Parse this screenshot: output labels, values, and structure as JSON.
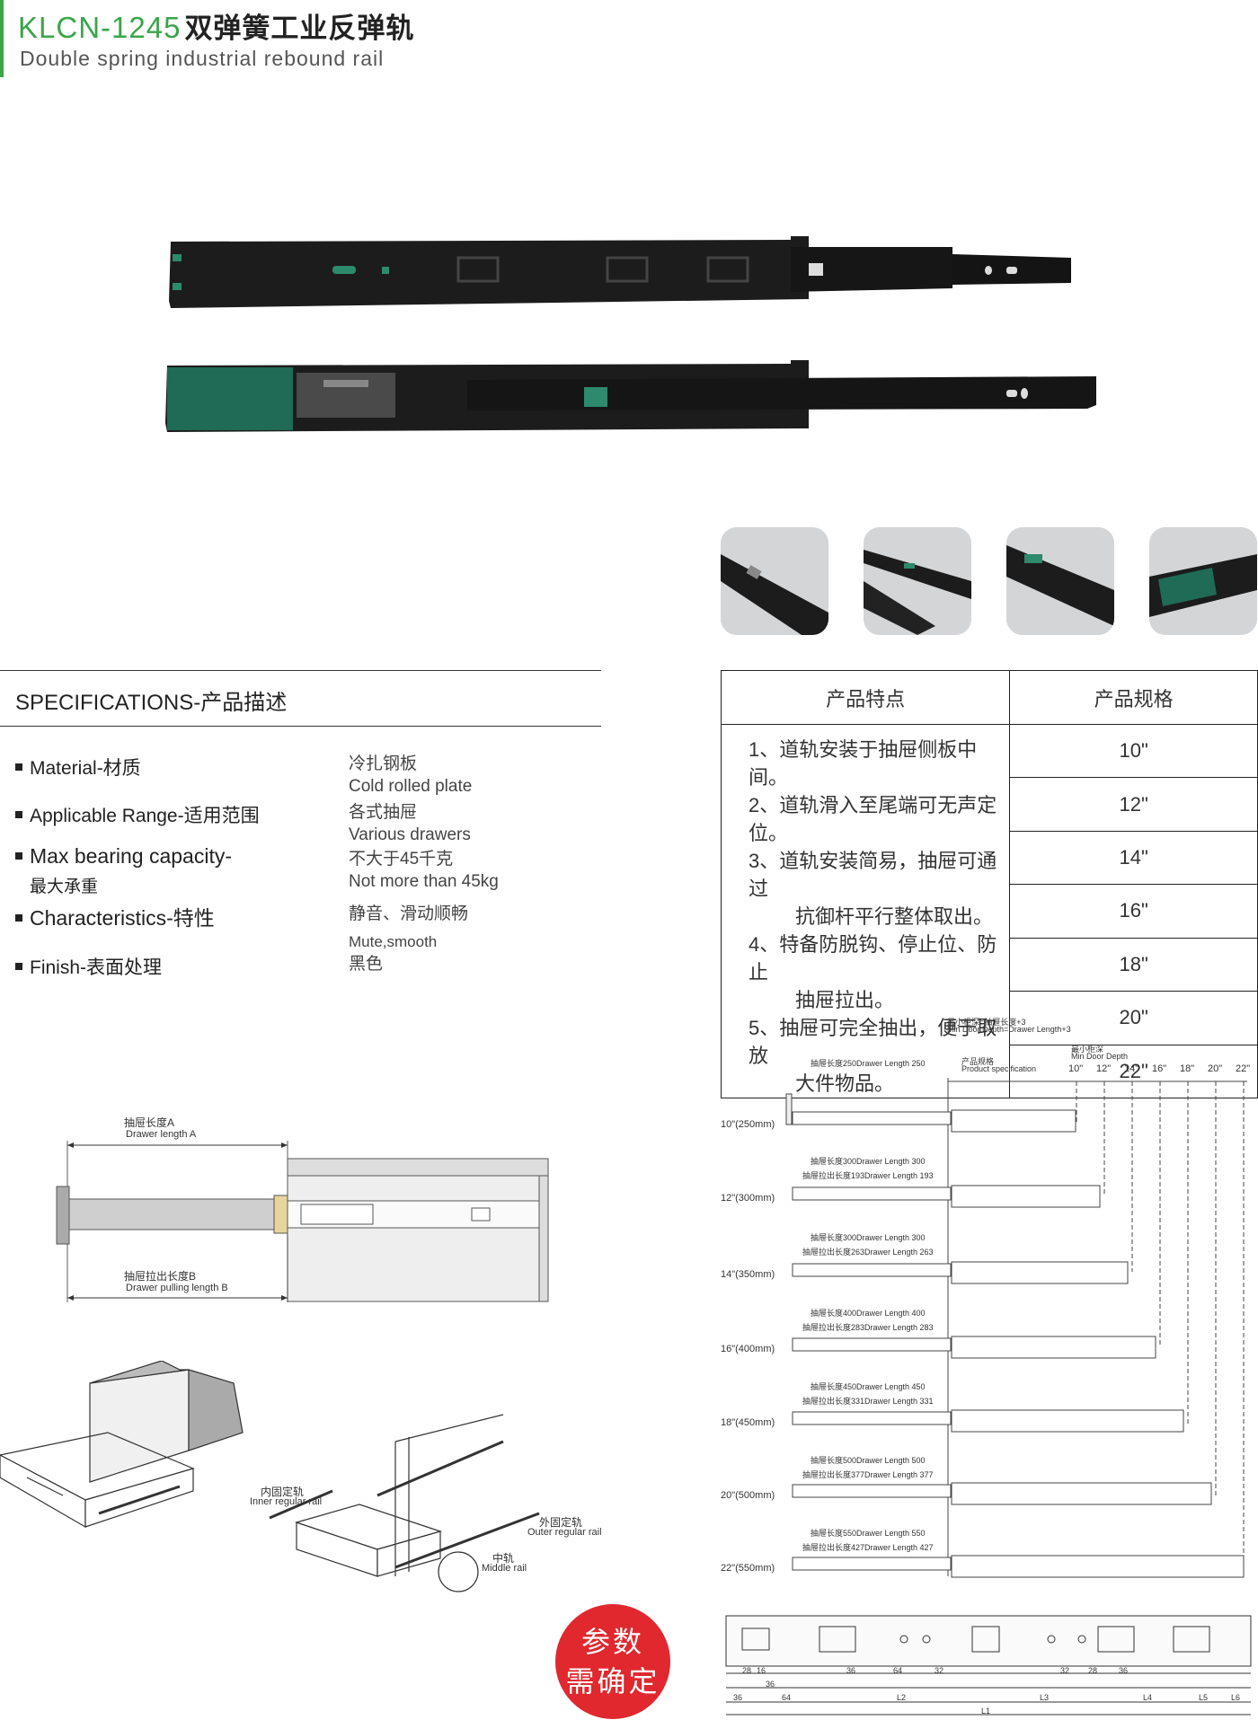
{
  "header": {
    "model": "KLCN-1245",
    "title_cn": "双弹簧工业反弹轨",
    "title_en": "Double spring industrial rebound rail"
  },
  "colors": {
    "brand_green": "#3aa54a",
    "rail_black": "#1a1a1a",
    "stamp_red": "#e0282e"
  },
  "specs": {
    "heading": "SPECIFICATIONS-产品描述",
    "rows": [
      {
        "label": "Material-材质",
        "value_cn": "冷扎钢板",
        "value_en": "Cold rolled plate"
      },
      {
        "label": "Applicable Range-适用范围",
        "value_cn": "各式抽屉",
        "value_en": "Various drawers"
      },
      {
        "label": "Max bearing capacity-",
        "label2": "最大承重",
        "value_cn": "不大于45千克",
        "value_en": "Not more than 45kg"
      },
      {
        "label": "Characteristics-特性",
        "value_cn": "静音、滑动顺畅",
        "value_en": "Mute,smooth"
      },
      {
        "label": "Finish-表面处理",
        "value_cn": "黑色"
      }
    ]
  },
  "feature_table": {
    "col1": "产品特点",
    "col2": "产品规格",
    "features": [
      "1、道轨安装于抽屉侧板中间。",
      "2、道轨滑入至尾端可无声定位。",
      "3、道轨安装简易，抽屉可通过",
      "抗御杆平行整体取出。",
      "4、特备防脱钩、停止位、防止",
      "抽屉拉出。",
      "5、抽屉可完全抽出，便于取放",
      "大件物品。"
    ],
    "sizes": [
      "10\"",
      "12\"",
      "14\"",
      "16\"",
      "18\"",
      "20\"",
      "22\""
    ]
  },
  "diagram_a": {
    "drawer_length_cn": "抽屉长度A",
    "drawer_length_en": "Drawer length A",
    "pull_length_cn": "抽屉拉出长度B",
    "pull_length_en": "Drawer pulling length B"
  },
  "install": {
    "inner_cn": "内固定轨",
    "inner_en": "Inner regular rail",
    "outer_cn": "外固定轨",
    "outer_en": "Outer regular rail",
    "middle_cn": "中轨",
    "middle_en": "Middle rail"
  },
  "stamp": {
    "line1": "参数",
    "line2": "需确定"
  },
  "size_chart": {
    "min_depth_cn": "最小柜深=抽屉长度+3",
    "min_depth_en": "Min Door Depth=Drawer Length+3",
    "min_depth2_cn": "最小柜深",
    "min_depth2_en": "Min Door Depth",
    "spec_cn": "产品规格",
    "spec_en": "Product specification",
    "cols": [
      "10\"",
      "12\"",
      "14\"",
      "16\"",
      "18\"",
      "20\"",
      "22\""
    ],
    "rows": [
      {
        "label": "10\"(250mm)",
        "len": "抽屉长度250Drawer Length 250",
        "pull": ""
      },
      {
        "label": "12\"(300mm)",
        "len": "抽屉长度300Drawer Length 300",
        "pull": "抽屉拉出长度193Drawer Length 193"
      },
      {
        "label": "14\"(350mm)",
        "len": "抽屉长度300Drawer Length 300",
        "pull": "抽屉拉出长度263Drawer Length 263"
      },
      {
        "label": "16\"(400mm)",
        "len": "抽屉长度400Drawer Length 400",
        "pull": "抽屉拉出长度283Drawer Length 283"
      },
      {
        "label": "18\"(450mm)",
        "len": "抽屉长度450Drawer Length 450",
        "pull": "抽屉拉出长度331Drawer Length 331"
      },
      {
        "label": "20\"(500mm)",
        "len": "抽屉长度500Drawer Length 500",
        "pull": "抽屉拉出长度377Drawer Length 377"
      },
      {
        "label": "22\"(550mm)",
        "len": "抽屉长度550Drawer Length 550",
        "pull": "抽屉拉出长度427Drawer Length 427"
      }
    ]
  },
  "hole_dims": {
    "row1": [
      "28",
      "16",
      "36",
      "36",
      "64",
      "32",
      "32",
      "28",
      "36"
    ],
    "row2": [
      "36",
      "64",
      "L2",
      "L3",
      "L4",
      "L5",
      "L6"
    ],
    "total": "L1"
  }
}
